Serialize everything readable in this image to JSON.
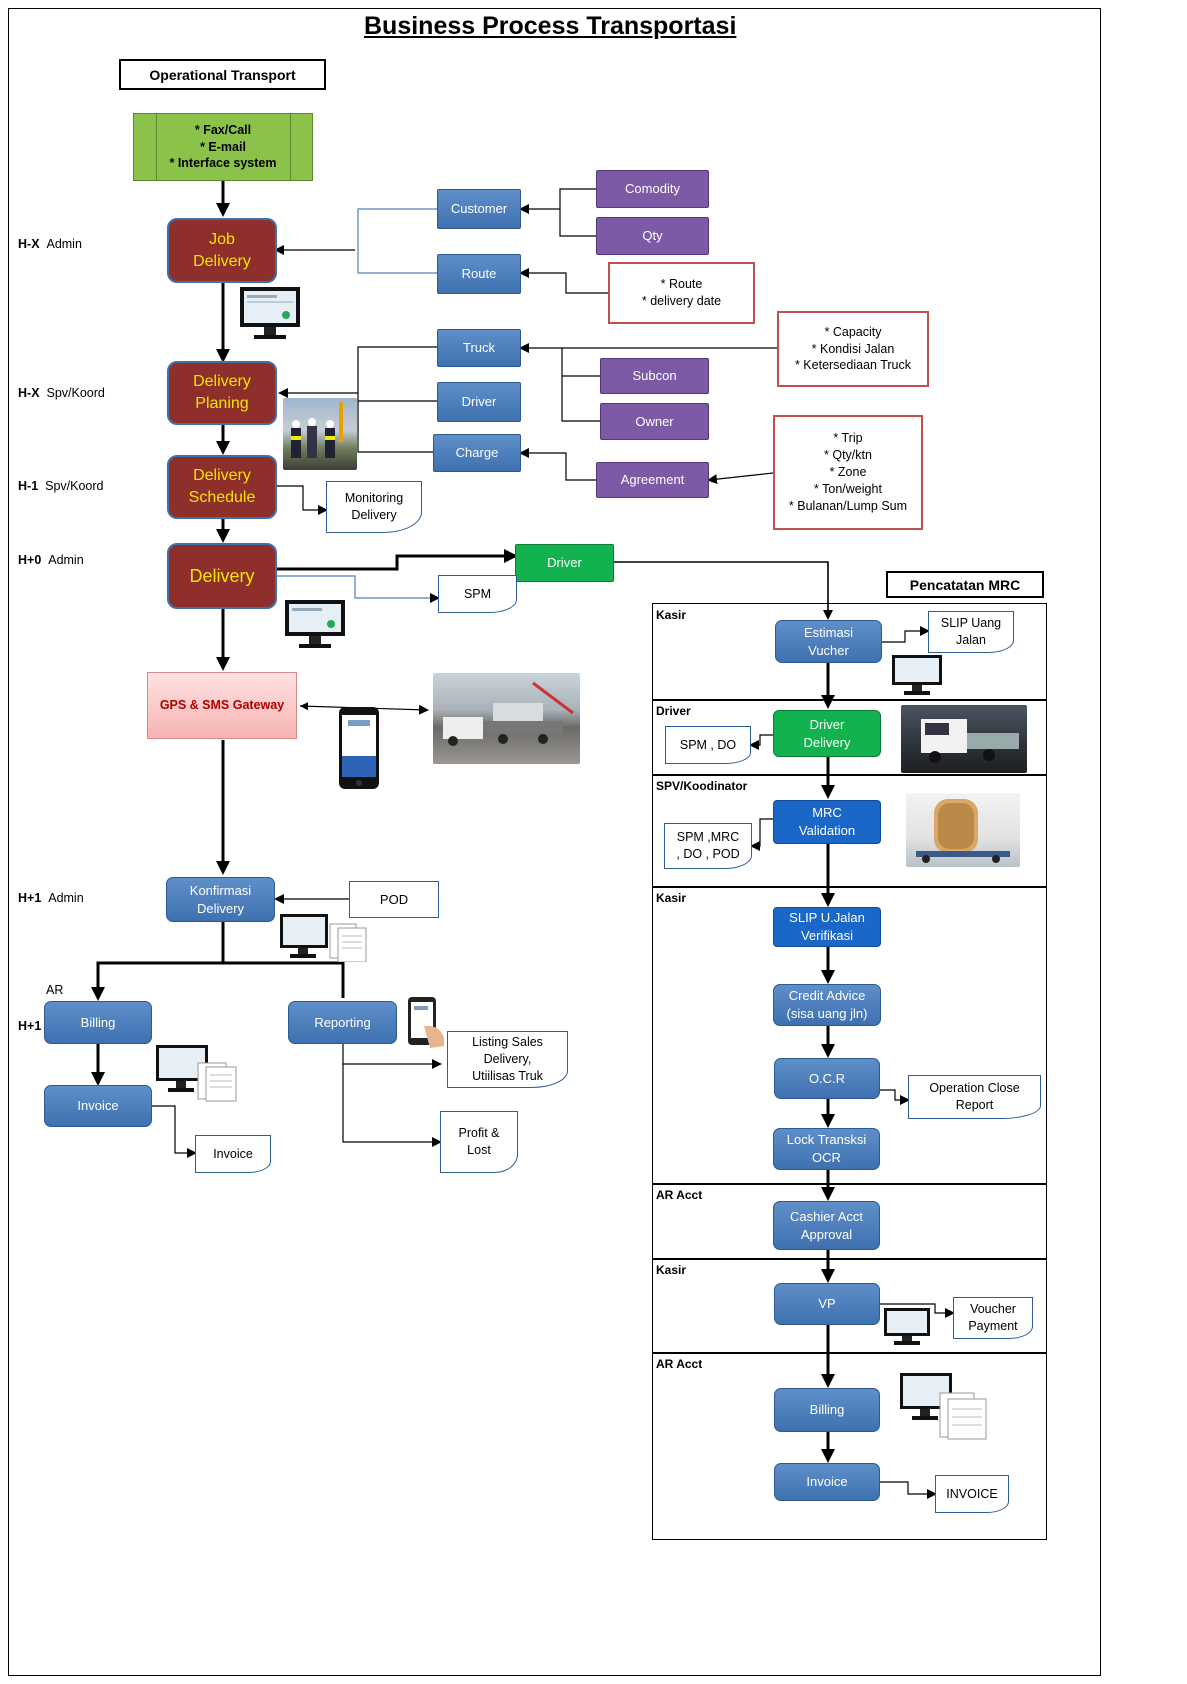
{
  "title": "Business Process Transportasi",
  "operational_header": "Operational Transport",
  "mrc_header": "Pencatatan  MRC",
  "input_channels": "* Fax/Call\n* E-mail\n* Interface system",
  "timeline": [
    {
      "code": "H-X",
      "role": "Admin"
    },
    {
      "code": "H-X",
      "role": "Spv/Koord"
    },
    {
      "code": "H-1",
      "role": "Spv/Koord"
    },
    {
      "code": "H+0",
      "role": "Admin"
    },
    {
      "code": "H+1",
      "role": "Admin"
    },
    {
      "code": "AR",
      "role": ""
    },
    {
      "code": "H+1",
      "role": ""
    }
  ],
  "nodes": {
    "job_delivery": "Job\nDelivery",
    "delivery_planing": "Delivery\nPlaning",
    "delivery_schedule": "Delivery\nSchedule",
    "delivery": "Delivery",
    "customer": "Customer",
    "route": "Route",
    "comodity": "Comodity",
    "qty": "Qty",
    "route_note": "* Route\n* delivery date",
    "truck": "Truck",
    "driver": "Driver",
    "charge": "Charge",
    "subcon": "Subcon",
    "owner": "Owner",
    "agreement": "Agreement",
    "truck_note": "* Capacity\n* Kondisi Jalan\n* Ketersediaan Truck",
    "agreement_note": "*  Trip\n* Qty/ktn\n* Zone\n* Ton/weight\n* Bulanan/Lump Sum",
    "monitoring_delivery": "Monitoring\nDelivery",
    "driver_green": "Driver",
    "spm": "SPM",
    "gps_gateway": "GPS &  SMS Gateway",
    "konfirmasi_delivery": "Konfirmasi\nDelivery",
    "pod": "POD",
    "billing": "Billing",
    "invoice": "Invoice",
    "invoice_doc": "Invoice",
    "reporting": "Reporting",
    "listing_sales": "Listing Sales\nDelivery,\nUtiilisas Truk",
    "profit_lost": "Profit &\nLost"
  },
  "lanes": [
    {
      "label": "Kasir"
    },
    {
      "label": "Driver"
    },
    {
      "label": "SPV/Koodinator"
    },
    {
      "label": "Kasir"
    },
    {
      "label": "AR Acct"
    },
    {
      "label": "Kasir"
    },
    {
      "label": "AR Acct"
    }
  ],
  "mrc_nodes": {
    "estimasi_vucher": "Estimasi\nVucher",
    "slip_uang_jalan": "SLIP Uang\nJalan",
    "driver_delivery": "Driver\nDelivery",
    "spm_do": "SPM , DO",
    "mrc_validation": "MRC\nValidation",
    "spm_mrc_do_pod": "SPM ,MRC\n, DO , POD",
    "slip_verifikasi": "SLIP  U.Jalan\nVerifikasi",
    "credit_advice": "Credit Advice\n(sisa uang jln)",
    "ocr": "O.C.R",
    "operation_close_report": "Operation Close\nReport",
    "lock_transksi": "Lock  Transksi\nOCR",
    "cashier_approval": "Cashier Acct\nApproval",
    "vp": "VP",
    "voucher_payment": "Voucher\nPayment",
    "billing": "Billing",
    "invoice": "Invoice",
    "invoice_doc": "INVOICE"
  },
  "colors": {
    "blue_process": "#4a7ebd",
    "maroon_process": "#8e2f2b",
    "purple_attr": "#7c5aa6",
    "green_input": "#8bc34a",
    "green_driver": "#12b34e",
    "validation_blue": "#1b67c8",
    "note_red": "#c0504d"
  }
}
